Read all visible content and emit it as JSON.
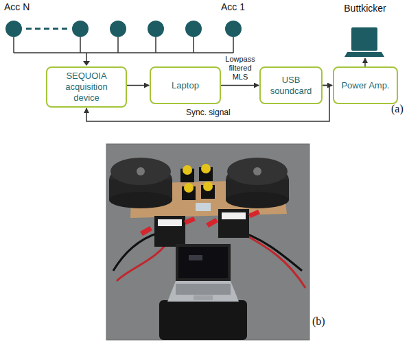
{
  "diagram": {
    "nodes": [
      {
        "text": [
          "SEQUOIA acquisition device"
        ]
      },
      {
        "text": [
          "Laptop"
        ]
      },
      {
        "text": [
          "USB soundcard"
        ]
      },
      {
        "text": [
          "Power Amp."
        ]
      },
      {
        "text": [
          "Buttkicker"
        ]
      }
    ],
    "edges": [
      {
        "from": 0,
        "to": 1,
        "arrow": "to"
      },
      {
        "from": 1,
        "to": 2,
        "label": "Lowpass filtered MLS",
        "arrow": "to"
      },
      {
        "from": 2,
        "to": 3,
        "arrow": "to"
      },
      {
        "from": 3,
        "to": 4,
        "arrow": "to"
      },
      {
        "from": 2,
        "to": 0,
        "label": "Sync. signal",
        "arrow": "to"
      }
    ],
    "labels": [
      "Acc N",
      "Acc 1",
      "(a)",
      "(b)"
    ]
  }
}
